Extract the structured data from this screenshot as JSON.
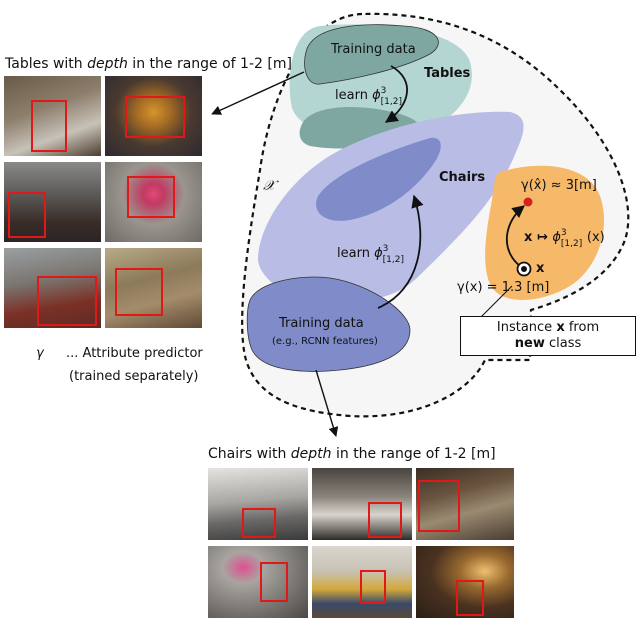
{
  "tables_caption": {
    "pre": "Tables with ",
    "em": "depth",
    "post": " in the range of 1-2 [m]"
  },
  "chairs_caption": {
    "pre": "Chairs with ",
    "em": "depth",
    "post": " in the range of 1-2 [m]"
  },
  "tables_region": {
    "training_data": "Training data",
    "class_label": "Tables",
    "learn_prefix": "learn ",
    "phi": "ϕ",
    "phi_sup": "3",
    "phi_sub": "[1,2]"
  },
  "chairs_region": {
    "class_label": "Chairs",
    "learn_prefix": "learn ",
    "phi": "ϕ",
    "phi_sup": "3",
    "phi_sub": "[1,2]",
    "training_data": "Training data",
    "features_note": "(e.g., RCNN features)"
  },
  "space_symbol": "𝒳",
  "new_class_region": {
    "gamma_hat": "γ(x̂) ≈ 3[m]",
    "mapping_lhs": "x ↦ ",
    "phi": "ϕ",
    "phi_sup": "3",
    "phi_sub": "[1,2]",
    "phi_arg": "(x)",
    "point_label": "x",
    "gamma_x": "γ(x) = 1.3 [m]"
  },
  "instance_box": {
    "line1_pre": "Instance ",
    "line1_bold": "x",
    "line1_post": " from",
    "line2_bold": "new",
    "line2_post": " class"
  },
  "legend": {
    "symbol": "γ",
    "line1": "... Attribute predictor",
    "line2": "(trained separately)"
  },
  "colors": {
    "tables_fill": "#b4d6d2",
    "tables_inner": "#7fa7a1",
    "chairs_fill": "#b9bde6",
    "chairs_inner": "#7f8cc9",
    "new_class_fill": "#f6b869",
    "bbox": "#e01818",
    "space_fill": "#f5f5f5"
  },
  "tables_photos": [
    {
      "id": "t1",
      "icon": "table-photo"
    },
    {
      "id": "t2",
      "icon": "table-photo"
    },
    {
      "id": "t3",
      "icon": "table-photo"
    },
    {
      "id": "t4",
      "icon": "table-photo"
    },
    {
      "id": "t5",
      "icon": "table-photo"
    },
    {
      "id": "t6",
      "icon": "table-photo"
    }
  ],
  "chairs_photos": [
    {
      "id": "c1",
      "icon": "chair-photo"
    },
    {
      "id": "c2",
      "icon": "chair-photo"
    },
    {
      "id": "c3",
      "icon": "chair-photo"
    },
    {
      "id": "c4",
      "icon": "chair-photo"
    },
    {
      "id": "c5",
      "icon": "chair-photo"
    },
    {
      "id": "c6",
      "icon": "chair-photo"
    }
  ]
}
